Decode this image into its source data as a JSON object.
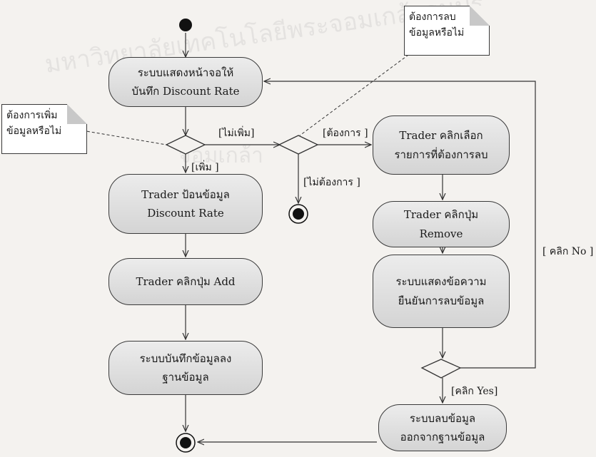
{
  "watermark": {
    "top": "มหาวิทยาลัยเทคโนโลยีพระจอมเกล้าธนบุรี",
    "small": "จอมเกล้า"
  },
  "actions": {
    "show_screen": [
      "ระบบแสดงหน้าจอให้",
      "บันทึก Discount Rate"
    ],
    "enter_data": [
      "Trader ป้อนข้อมูล",
      "Discount Rate"
    ],
    "click_add": [
      "Trader คลิกปุ่ม Add"
    ],
    "save_db": [
      "ระบบบันทึกข้อมูลลง",
      "ฐานข้อมูล"
    ],
    "select_item": [
      "Trader คลิกเลือก",
      "รายการที่ต้องการลบ"
    ],
    "click_remove": [
      "Trader คลิกปุ่ม",
      "Remove"
    ],
    "confirm_msg": [
      "ระบบแสดงข้อความ",
      "ยืนยันการลบข้อมูล"
    ],
    "delete_db": [
      "ระบบลบข้อมูล",
      "ออกจากฐานข้อมูล"
    ]
  },
  "notes": {
    "add_question": [
      "ต้องการเพิ่ม",
      "ข้อมูลหรือไม่"
    ],
    "delete_question": [
      "ต้องการลบ",
      "ข้อมูลหรือไม่"
    ]
  },
  "guards": {
    "no_add": "[ไม่เพิ่ม]",
    "add": "[เพิ่ม ]",
    "want": "[ต้องการ ]",
    "not_want": "[ไม่ต้องการ ]",
    "click_no": "[ คลิก No ]",
    "click_yes": "[คลิก Yes]"
  }
}
